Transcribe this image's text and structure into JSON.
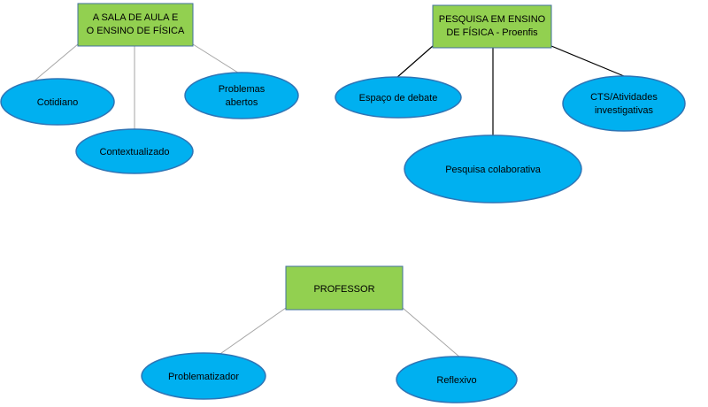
{
  "groups": {
    "sala": {
      "box": [
        "A SALA DE AULA E",
        "O ENSINO DE FÍSICA"
      ],
      "nodes": {
        "cotidiano": [
          "Cotidiano"
        ],
        "contextualizado": [
          "Contextualizado"
        ],
        "problemas": [
          "Problemas",
          "abertos"
        ]
      }
    },
    "pesquisa": {
      "box": [
        "PESQUISA EM ENSINO",
        "DE FÍSICA - Proenfis"
      ],
      "nodes": {
        "debate": [
          "Espaço de debate"
        ],
        "colaborativa": [
          "Pesquisa colaborativa"
        ],
        "cts": [
          "CTS/Atividades",
          "investigativas"
        ]
      }
    },
    "professor": {
      "box": [
        "PROFESSOR"
      ],
      "nodes": {
        "problematizador": [
          "Problematizador"
        ],
        "reflexivo": [
          "Reflexivo"
        ]
      }
    }
  },
  "colors": {
    "box_fill": "#92d050",
    "oval_fill": "#00b0f0",
    "oval_stroke": "#2e75b6"
  }
}
